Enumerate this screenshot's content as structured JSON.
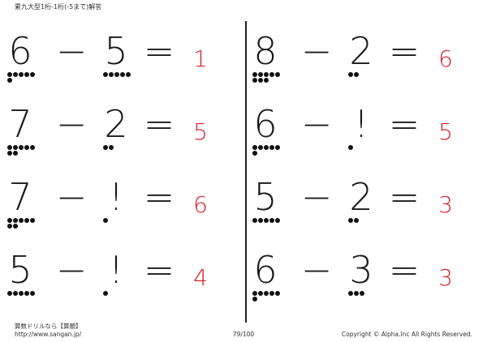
{
  "header": {
    "title": "累九大型1桁-1桁(-5まで)解答"
  },
  "problems": [
    {
      "a": "6",
      "op": "−",
      "b": "5",
      "eq": "=",
      "ans": "1",
      "a_dots": 6,
      "b_dots": 5
    },
    {
      "a": "8",
      "op": "−",
      "b": "2",
      "eq": "=",
      "ans": "6",
      "a_dots": 8,
      "b_dots": 2
    },
    {
      "a": "7",
      "op": "−",
      "b": "2",
      "eq": "=",
      "ans": "5",
      "a_dots": 7,
      "b_dots": 2
    },
    {
      "a": "6",
      "op": "−",
      "b": "!",
      "eq": "=",
      "ans": "5",
      "a_dots": 6,
      "b_dots": 1
    },
    {
      "a": "7",
      "op": "−",
      "b": "!",
      "eq": "=",
      "ans": "6",
      "a_dots": 7,
      "b_dots": 1
    },
    {
      "a": "5",
      "op": "−",
      "b": "2",
      "eq": "=",
      "ans": "3",
      "a_dots": 5,
      "b_dots": 2
    },
    {
      "a": "5",
      "op": "−",
      "b": "!",
      "eq": "=",
      "ans": "4",
      "a_dots": 5,
      "b_dots": 1
    },
    {
      "a": "6",
      "op": "−",
      "b": "3",
      "eq": "=",
      "ans": "3",
      "a_dots": 6,
      "b_dots": 3
    }
  ],
  "footer": {
    "site_name": "算数ドリルなら【算願】",
    "url": "http://www.sangan.jp/",
    "page": "79/100",
    "copyright": "Copyright © Alpha.Inc All Rights Reserved."
  },
  "colors": {
    "answer": "#d6202c",
    "text": "#1a1a1a"
  }
}
